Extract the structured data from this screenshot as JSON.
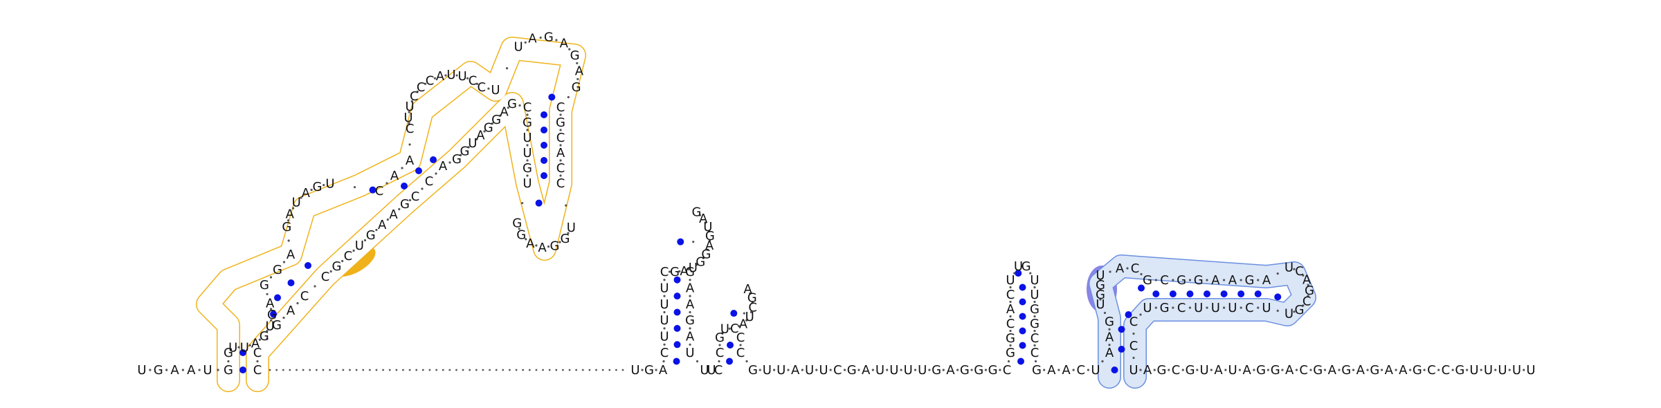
{
  "colors": {
    "highlight_orange_outline": "#f0b21a",
    "highlight_orange_fill": "#f0b21a",
    "highlight_blue_outline": "#6a8fe0",
    "highlight_blue_fill": "#dbe6f7",
    "highlight_violet_fill": "#8a84e6",
    "base_pair_dot": "#0a12e6",
    "nucleotide_text": "#111111"
  },
  "backbone": {
    "left_tail": "UGAAUGG",
    "gap_run_length": 54,
    "segment_after_gap": "UGA",
    "segment_between_stems": "UUC",
    "long_linker": "GUUAUUCGAUUUUGAGGGC",
    "short_linker": "GAACU",
    "right_tail": "AGCGUAUAGGACGAGAGAAGCCGUUUUU"
  },
  "domains": {
    "orange": {
      "stem1_5p": "GG",
      "hairpin1_loop": "UUAGUGA",
      "stem2_5p": "GGA",
      "interior_5p": "GAUAGU",
      "stem3_5p": "CAA",
      "interior_upper_5p": "CUUCCCAUUCC",
      "stem4_5p": "U",
      "apical_loop": "UAGAGAG",
      "stem5_3p": "CGCACC",
      "lower_loop": "UGGAAGG",
      "stem5_5p": "UGUUGC",
      "interior_right": "GAGGAUGG",
      "stem3_3p": "ACC",
      "interior_lower": "GAAGUCGC",
      "highlighted_run": "CUG",
      "stem2_3p": "CAG",
      "stem1_3p": "CC"
    },
    "middle_left": {
      "stem_5p": "CUUUUC",
      "loop": "GAUGGAGUAG",
      "stem_3p": "GAAGAU"
    },
    "middle_small": {
      "stem_5p": "CG",
      "loop": "UCAUCGA",
      "stem_3p": "CC"
    },
    "middle_right": {
      "stem_5p": "GGCACU",
      "loop": "UG",
      "stem_3p": "UUGGCC"
    },
    "blue": {
      "stem_a_5p": "AAG",
      "violet_run": "UGGU",
      "loop_top": "AC",
      "stem_b_5p": "GCGGAAGA",
      "loop_end": "UCAGCGU",
      "stem_b_3p": "UCUUUCGU",
      "stem_a_3p": "CCU"
    }
  }
}
